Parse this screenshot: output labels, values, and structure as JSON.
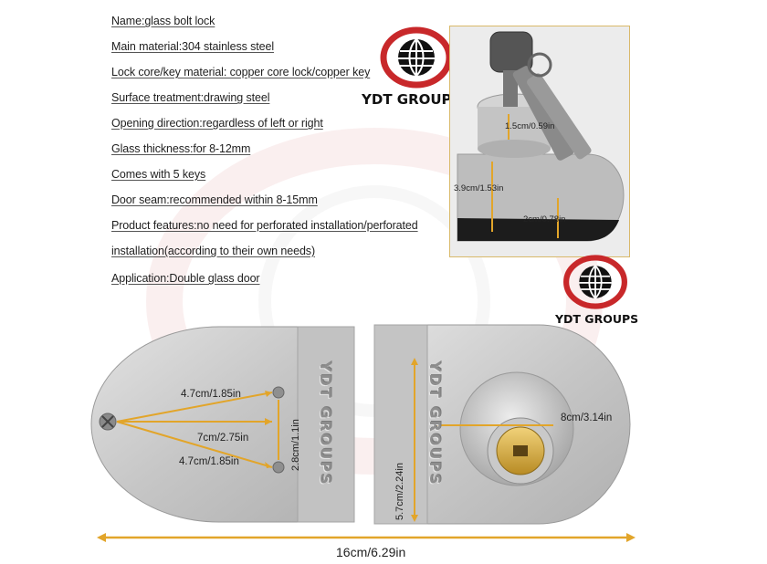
{
  "specs": [
    "Name:glass bolt lock",
    "Main material:304 stainless steel",
    "Lock core/key material: copper core lock/copper key",
    "Surface treatment:drawing steel",
    "Opening direction:regardless of left or right",
    "Glass thickness:for 8-12mm",
    "Comes with 5 keys",
    "Door seam:recommended within 8-15mm",
    "Product features:no need for perforated installation/perforated",
    "installation(according to their own needs)",
    "Application:Double glass door"
  ],
  "brand": {
    "name": "YDT GROUPS",
    "logo_colors": {
      "ring": "#c8282a",
      "globe": "#111111"
    }
  },
  "embossed_text": {
    "left": "YDT GROUPS",
    "right": "YDT GROUPS"
  },
  "photo_dimensions": {
    "cylinder": "1.5cm/0.59in",
    "body_height": "3.9cm/1.53in",
    "base": "2cm/0.78in"
  },
  "dimensions": {
    "hole_top": "4.7cm/1.85in",
    "hole_center": "7cm/2.75in",
    "hole_bottom": "4.7cm/1.85in",
    "hole_spacing": "2.8cm/1.1in",
    "right_width": "8cm/3.14in",
    "right_height": "5.7cm/2.24in",
    "total_length": "16cm/6.29in"
  },
  "colors": {
    "steel": "#c9c9c9",
    "arrow": "#e2a52a",
    "brass": "#d6ad3f",
    "frame": "#d9b96a"
  }
}
